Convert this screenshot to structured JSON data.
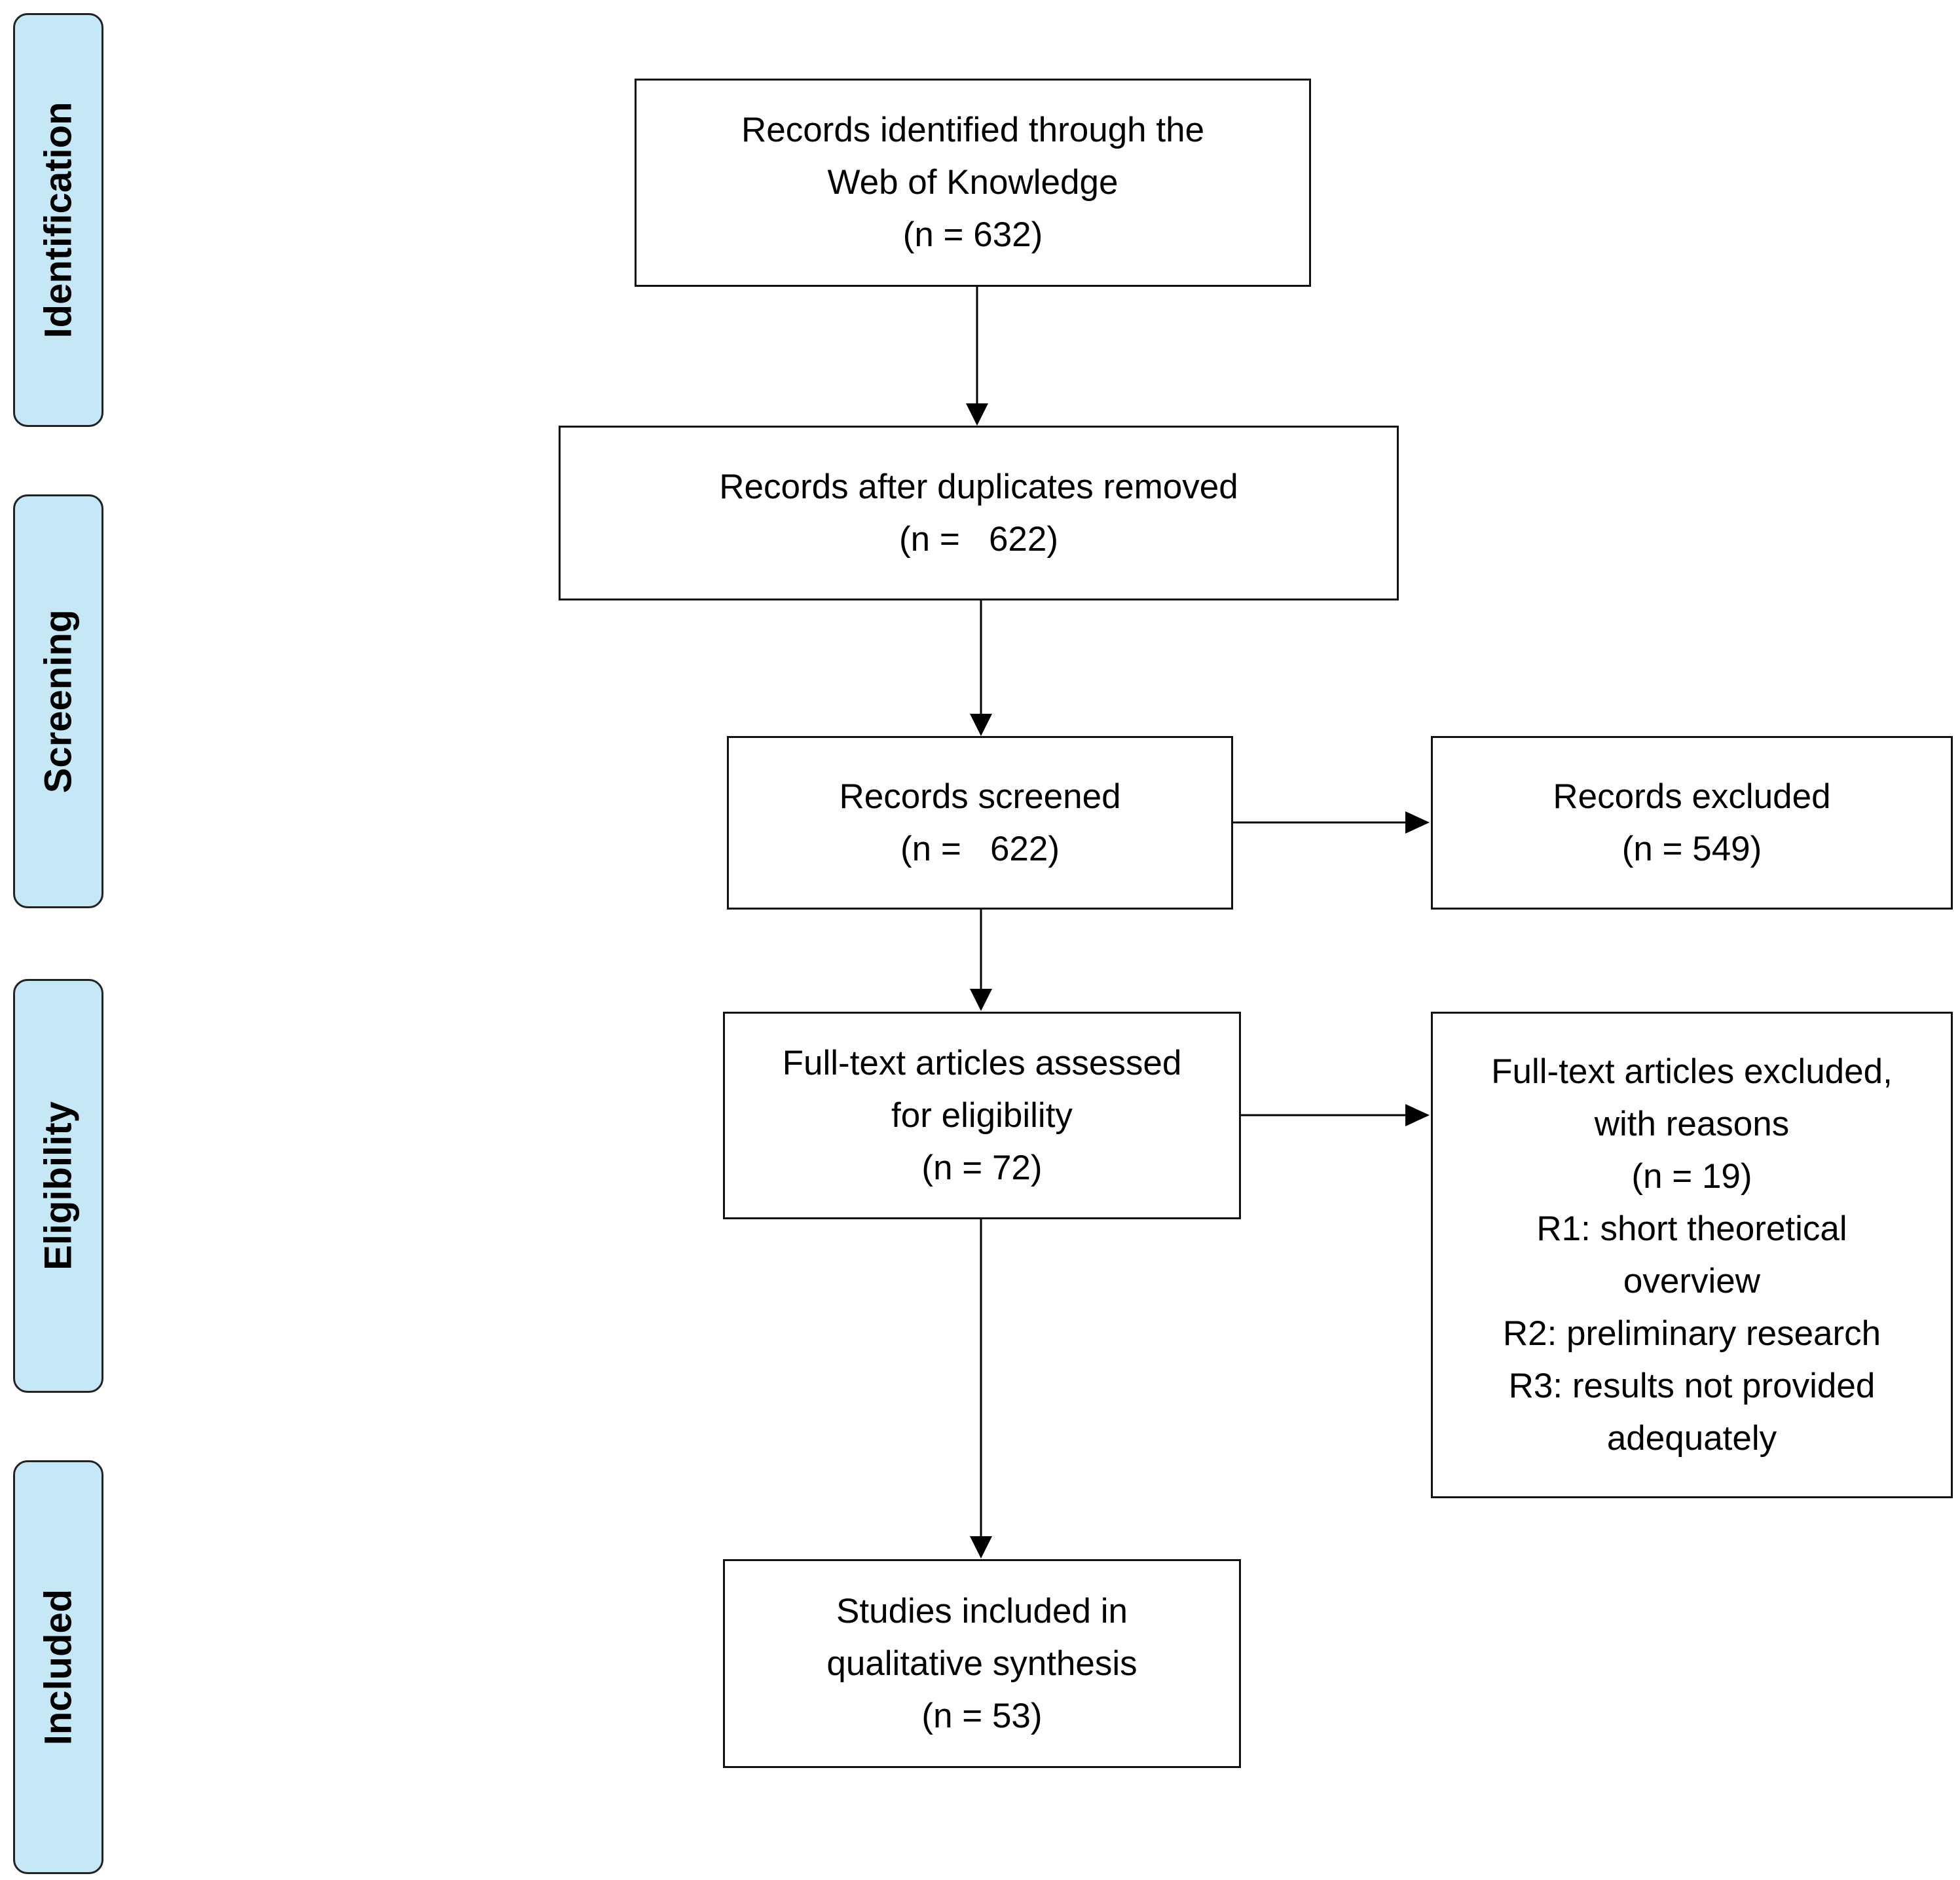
{
  "stages": {
    "identification": "Identification",
    "screening": "Screening",
    "eligibility": "Eligibility",
    "included": "Included"
  },
  "boxes": {
    "identified": {
      "line1": "Records identified through the",
      "line2": "Web of Knowledge",
      "line3": "(n = 632)"
    },
    "deduplicated": {
      "line1": "Records after duplicates removed",
      "line2": "(n =   622)"
    },
    "screened": {
      "line1": "Records screened",
      "line2": "(n =   622)"
    },
    "excluded": {
      "line1": "Records excluded",
      "line2": "(n = 549)"
    },
    "assessed": {
      "line1": "Full-text articles assessed",
      "line2": "for eligibility",
      "line3": "(n = 72)"
    },
    "fulltext_excluded": {
      "line1": "Full-text articles excluded,",
      "line2": "with reasons",
      "line3": "(n = 19)",
      "line4": "R1: short theoretical",
      "line5": "overview",
      "line6": "R2: preliminary research",
      "line7": "R3: results not provided",
      "line8": "adequately"
    },
    "included": {
      "line1": "Studies included in",
      "line2": "qualitative synthesis",
      "line3": "(n = 53)"
    }
  }
}
